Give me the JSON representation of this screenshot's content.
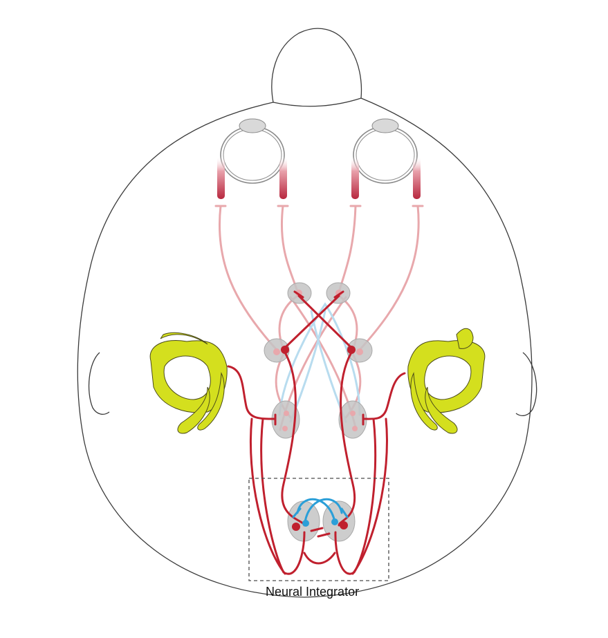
{
  "labels": {
    "neural_integrator": "Neural Integrator"
  },
  "colors": {
    "outline": "#3a3a3a",
    "active_neuron": "#c0202e",
    "faded_neuron": "#e8a8ac",
    "inhibitory_active": "#2b9fd8",
    "inhibitory_faded": "#b8dcef",
    "vestibular_organ": "#d4df1e",
    "nucleus_fill": "#c4c4c4",
    "muscle": "#c0304a"
  },
  "icons": {
    "head": "head-outline",
    "eye": "eyeball",
    "ear": "semicircular-canals"
  }
}
